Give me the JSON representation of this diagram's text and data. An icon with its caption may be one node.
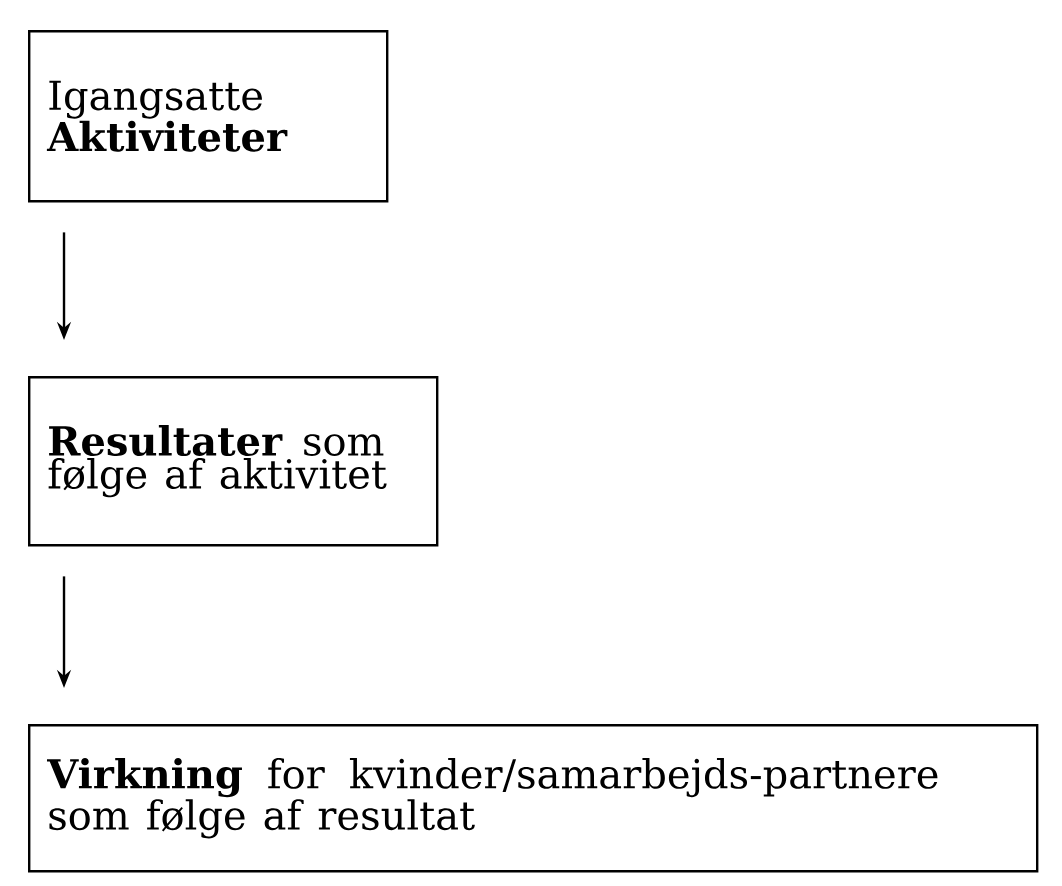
{
  "diagram": {
    "nodes": [
      {
        "text": [
          "Igangsatte **Aktiviteter**"
        ]
      },
      {
        "text": [
          "**Resultater** som følge af aktivitet"
        ]
      },
      {
        "text": [
          "**Virkning** for kvinder/samarbejds-partnere som følge af resultat"
        ]
      }
    ],
    "edges": [
      {
        "from": 0,
        "to": 1,
        "arrow": "to"
      },
      {
        "from": 1,
        "to": 2,
        "arrow": "to"
      }
    ]
  }
}
